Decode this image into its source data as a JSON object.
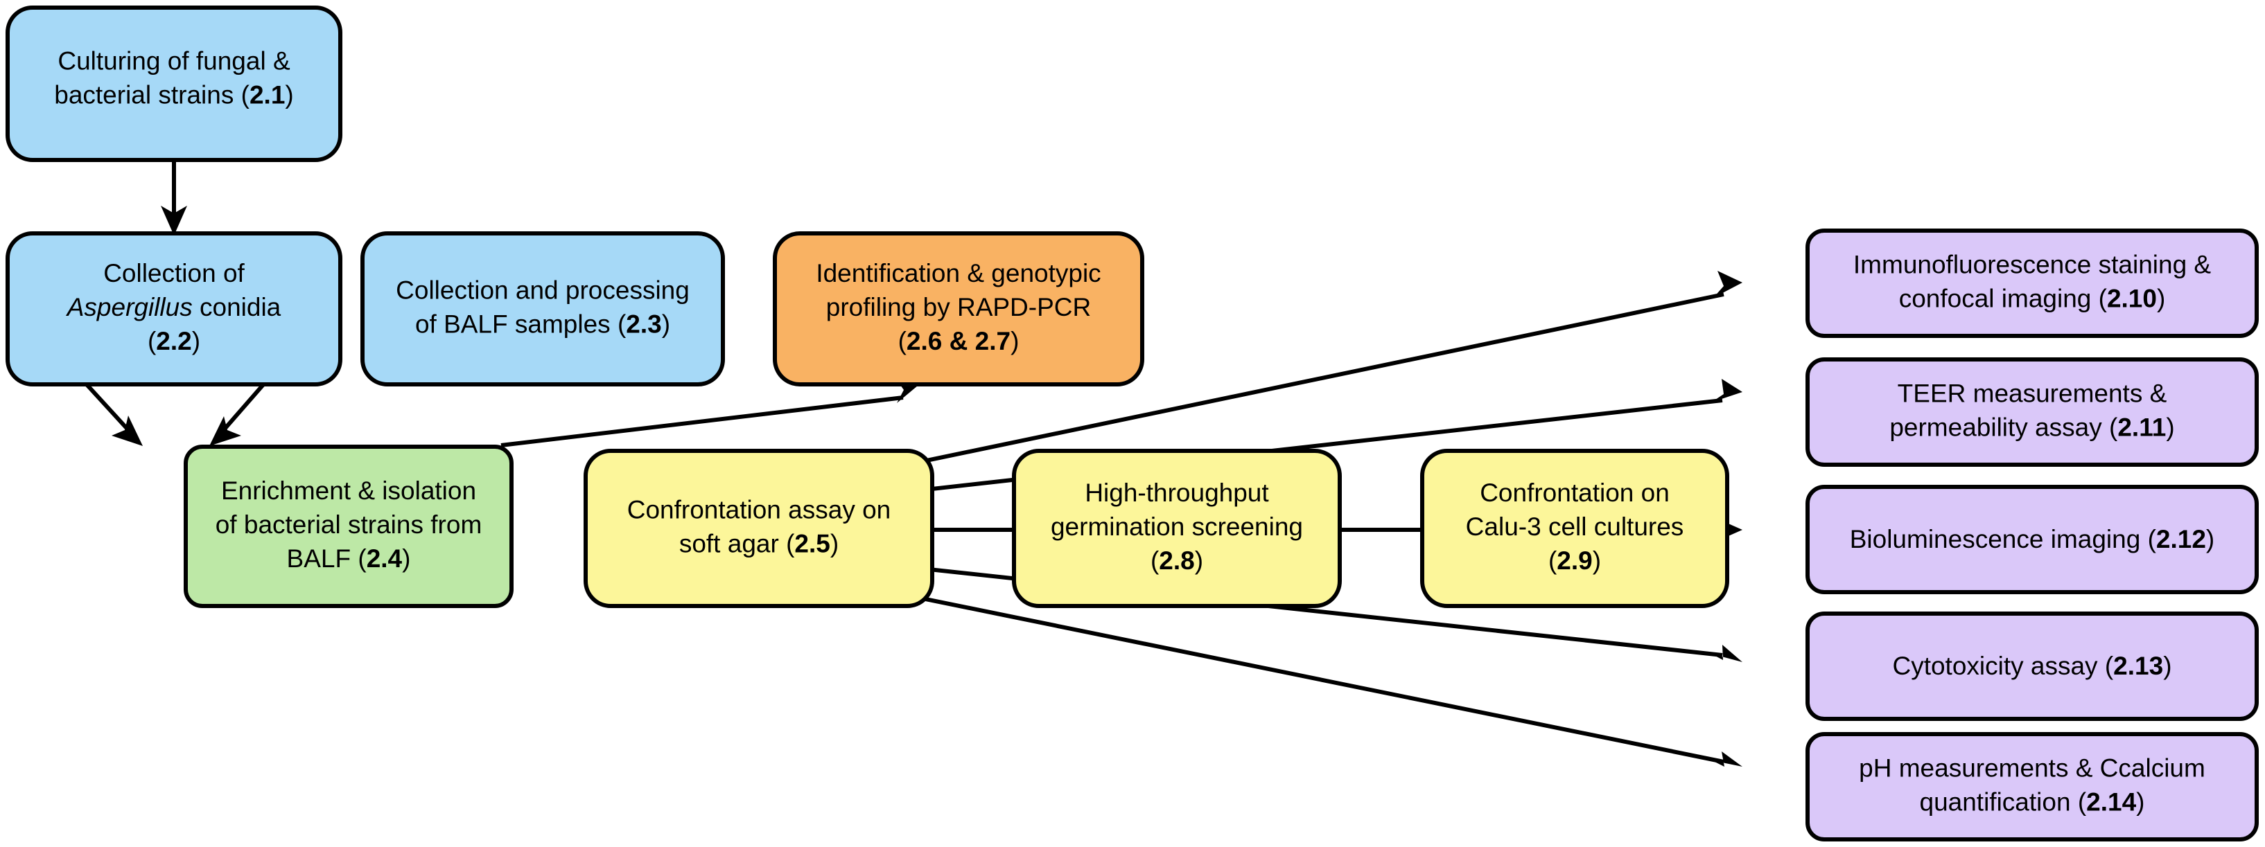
{
  "diagram": {
    "title": "Experimental workflow flowchart",
    "palette": {
      "blue": "#A6D9F7",
      "green": "#BDE8A6",
      "yellow": "#FCF69A",
      "orange": "#F9B263",
      "purple": "#DAC8F9",
      "outline": "#000000",
      "background": "#FFFFFF"
    },
    "nodes": [
      {
        "id": "n21",
        "color": "blue",
        "lines": [
          [
            {
              "t": "Culturing of fungal &",
              "style": "normal"
            }
          ],
          [
            {
              "t": "bacterial strains (",
              "style": "normal"
            },
            {
              "t": "2.1",
              "style": "bold"
            },
            {
              "t": ")",
              "style": "normal"
            }
          ]
        ],
        "plain": "Culturing of fungal & bacterial strains (2.1)"
      },
      {
        "id": "n22",
        "color": "blue",
        "lines": [
          [
            {
              "t": "Collection of",
              "style": "normal"
            }
          ],
          [
            {
              "t": "Aspergillus",
              "style": "italic"
            },
            {
              "t": " conidia",
              "style": "normal"
            }
          ],
          [
            {
              "t": "(",
              "style": "normal"
            },
            {
              "t": "2.2",
              "style": "bold"
            },
            {
              "t": ")",
              "style": "normal"
            }
          ]
        ],
        "plain": "Collection of Aspergillus conidia (2.2)"
      },
      {
        "id": "n23",
        "color": "blue",
        "lines": [
          [
            {
              "t": "Collection and processing",
              "style": "normal"
            }
          ],
          [
            {
              "t": "of BALF samples (",
              "style": "normal"
            },
            {
              "t": "2.3",
              "style": "bold"
            },
            {
              "t": ")",
              "style": "normal"
            }
          ]
        ],
        "plain": "Collection and processing of BALF samples (2.3)"
      },
      {
        "id": "n2627",
        "color": "orange",
        "lines": [
          [
            {
              "t": "Identification & genotypic",
              "style": "normal"
            }
          ],
          [
            {
              "t": "profiling by RAPD-PCR",
              "style": "normal"
            }
          ],
          [
            {
              "t": "(",
              "style": "normal"
            },
            {
              "t": "2.6",
              "style": "bold"
            },
            {
              "t": " & ",
              "style": "bold"
            },
            {
              "t": "2.7",
              "style": "bold"
            },
            {
              "t": ")",
              "style": "normal"
            }
          ]
        ],
        "plain": "Identification & genotypic profiling by RAPD-PCR (2.6 & 2.7)"
      },
      {
        "id": "n24",
        "color": "green",
        "lines": [
          [
            {
              "t": "Enrichment & isolation",
              "style": "normal"
            }
          ],
          [
            {
              "t": "of bacterial strains from",
              "style": "normal"
            }
          ],
          [
            {
              "t": "BALF (",
              "style": "normal"
            },
            {
              "t": "2.4",
              "style": "bold"
            },
            {
              "t": ")",
              "style": "normal"
            }
          ]
        ],
        "plain": "Enrichment & isolation of bacterial strains from BALF (2.4)"
      },
      {
        "id": "n25",
        "color": "yellow",
        "lines": [
          [
            {
              "t": "Confrontation assay on",
              "style": "normal"
            }
          ],
          [
            {
              "t": "soft agar (",
              "style": "normal"
            },
            {
              "t": "2.5",
              "style": "bold"
            },
            {
              "t": ")",
              "style": "normal"
            }
          ]
        ],
        "plain": "Confrontation assay on soft agar (2.5)"
      },
      {
        "id": "n28",
        "color": "yellow",
        "lines": [
          [
            {
              "t": "High-throughput",
              "style": "normal"
            }
          ],
          [
            {
              "t": "germination screening",
              "style": "normal"
            }
          ],
          [
            {
              "t": "(",
              "style": "normal"
            },
            {
              "t": "2.8",
              "style": "bold"
            },
            {
              "t": ")",
              "style": "normal"
            }
          ]
        ],
        "plain": "High-throughput germination screening (2.8)"
      },
      {
        "id": "n29",
        "color": "yellow",
        "lines": [
          [
            {
              "t": "Confrontation on",
              "style": "normal"
            }
          ],
          [
            {
              "t": "Calu-3 cell cultures",
              "style": "normal"
            }
          ],
          [
            {
              "t": "(",
              "style": "normal"
            },
            {
              "t": "2.9",
              "style": "bold"
            },
            {
              "t": ")",
              "style": "normal"
            }
          ]
        ],
        "plain": "Confrontation on Calu-3 cell cultures (2.9)"
      },
      {
        "id": "n210",
        "color": "purple",
        "lines": [
          [
            {
              "t": "Immunofluorescence staining &",
              "style": "normal"
            }
          ],
          [
            {
              "t": "confocal imaging (",
              "style": "normal"
            },
            {
              "t": "2.10",
              "style": "bold"
            },
            {
              "t": ")",
              "style": "normal"
            }
          ]
        ],
        "plain": "Immunofluorescence staining & confocal imaging (2.10)"
      },
      {
        "id": "n211",
        "color": "purple",
        "lines": [
          [
            {
              "t": "TEER measurements &",
              "style": "normal"
            }
          ],
          [
            {
              "t": "permeability assay (",
              "style": "normal"
            },
            {
              "t": "2.11",
              "style": "bold"
            },
            {
              "t": ")",
              "style": "normal"
            }
          ]
        ],
        "plain": "TEER measurements & permeability assay (2.11)"
      },
      {
        "id": "n212",
        "color": "purple",
        "lines": [
          [
            {
              "t": "Bioluminescence imaging (",
              "style": "normal"
            },
            {
              "t": "2.12",
              "style": "bold"
            },
            {
              "t": ")",
              "style": "normal"
            }
          ]
        ],
        "plain": "Bioluminescence imaging (2.12)"
      },
      {
        "id": "n213",
        "color": "purple",
        "lines": [
          [
            {
              "t": "Cytotoxicity assay (",
              "style": "normal"
            },
            {
              "t": "2.13",
              "style": "bold"
            },
            {
              "t": ")",
              "style": "normal"
            }
          ]
        ],
        "plain": "Cytotoxicity assay (2.13)"
      },
      {
        "id": "n214",
        "color": "purple",
        "lines": [
          [
            {
              "t": "pH measurements & Ccalcium",
              "style": "normal"
            }
          ],
          [
            {
              "t": "quantification (",
              "style": "normal"
            },
            {
              "t": "2.14",
              "style": "bold"
            },
            {
              "t": ")",
              "style": "normal"
            }
          ]
        ],
        "plain": "pH measurements & Ccalcium quantification (2.14)"
      }
    ],
    "edges": [
      {
        "id": "e-21-22",
        "from": "n21",
        "to": "n22"
      },
      {
        "id": "e-22-24",
        "from": "n22",
        "to": "n24"
      },
      {
        "id": "e-23-24",
        "from": "n23",
        "to": "n24"
      },
      {
        "id": "e-24-25",
        "from": "n24",
        "to": "n25"
      },
      {
        "id": "e-25-2627",
        "from": "n25",
        "to": "n2627"
      },
      {
        "id": "e-25-28",
        "from": "n25",
        "to": "n28"
      },
      {
        "id": "e-28-29",
        "from": "n28",
        "to": "n29"
      },
      {
        "id": "e-29-210",
        "from": "n29",
        "to": "n210"
      },
      {
        "id": "e-29-211",
        "from": "n29",
        "to": "n211"
      },
      {
        "id": "e-29-212",
        "from": "n29",
        "to": "n212"
      },
      {
        "id": "e-29-213",
        "from": "n29",
        "to": "n213"
      },
      {
        "id": "e-29-214",
        "from": "n29",
        "to": "n214"
      }
    ]
  }
}
